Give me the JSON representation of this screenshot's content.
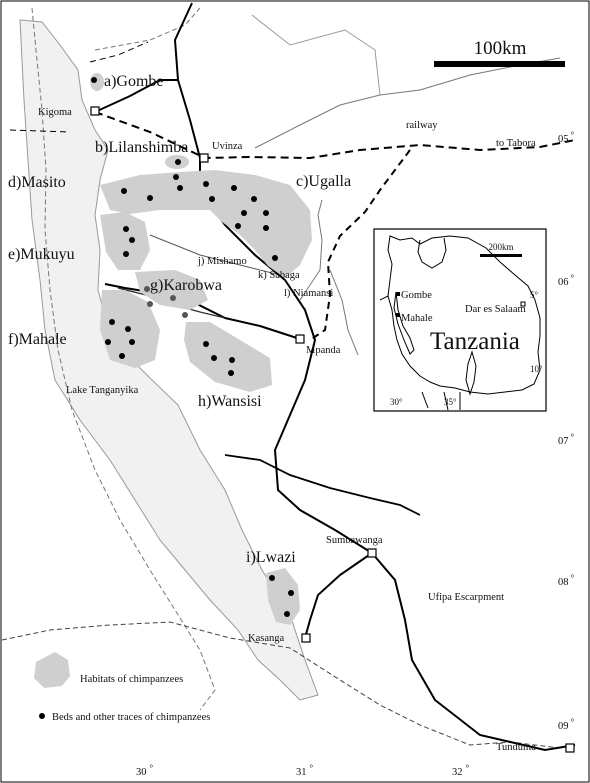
{
  "scale_bar": {
    "label": "100km"
  },
  "habitat_labels": {
    "gombe": "a)Gombe",
    "lilanshimba": "b)Lilanshimba",
    "ugalla": "c)Ugalla",
    "masito": "d)Masito",
    "mukuyu": "e)Mukuyu",
    "mahale": "f)Mahale",
    "karobwa": "g)Karobwa",
    "wansisi": "h)Wansisi",
    "lwazi": "i)Lwazi",
    "mishamo": "j) Mishamo",
    "sabaga": "k) Sabaga",
    "niamansi": "l) Niamansi"
  },
  "places": {
    "kigoma": "Kigoma",
    "uvinza": "Uvinza",
    "mpanda": "Mpanda",
    "sumbawanga": "Sumbawanga",
    "kasanga": "Kasanga",
    "tunduma": "Tunduma"
  },
  "features": {
    "railway": "railway",
    "to_tabora": "to Tabora",
    "lake": "Lake Tanganyika",
    "escarpment": "Ufipa Escarpment"
  },
  "lat_labels": [
    "05",
    "06",
    "07",
    "08",
    "09"
  ],
  "lon_labels": [
    "30",
    "31",
    "32"
  ],
  "degree_symbol": "°",
  "inset": {
    "scale_label": "200km",
    "country": "Tanzania",
    "gombe": "Gombe",
    "mahale": "Mahale",
    "dar_es_salaam": "Dar es Salaam",
    "lat_5": "5°",
    "lat_10": "10°",
    "lon_30": "30°",
    "lon_35": "35°"
  },
  "legend": {
    "habitats": "Habitats of chimpanzees",
    "beds": "Beds and other traces of chimpanzees"
  },
  "colors": {
    "habitat_fill": "#cfcfcf",
    "lake_fill": "#f1f1f1",
    "dot": "#000000",
    "dot_faint": "#555555"
  }
}
